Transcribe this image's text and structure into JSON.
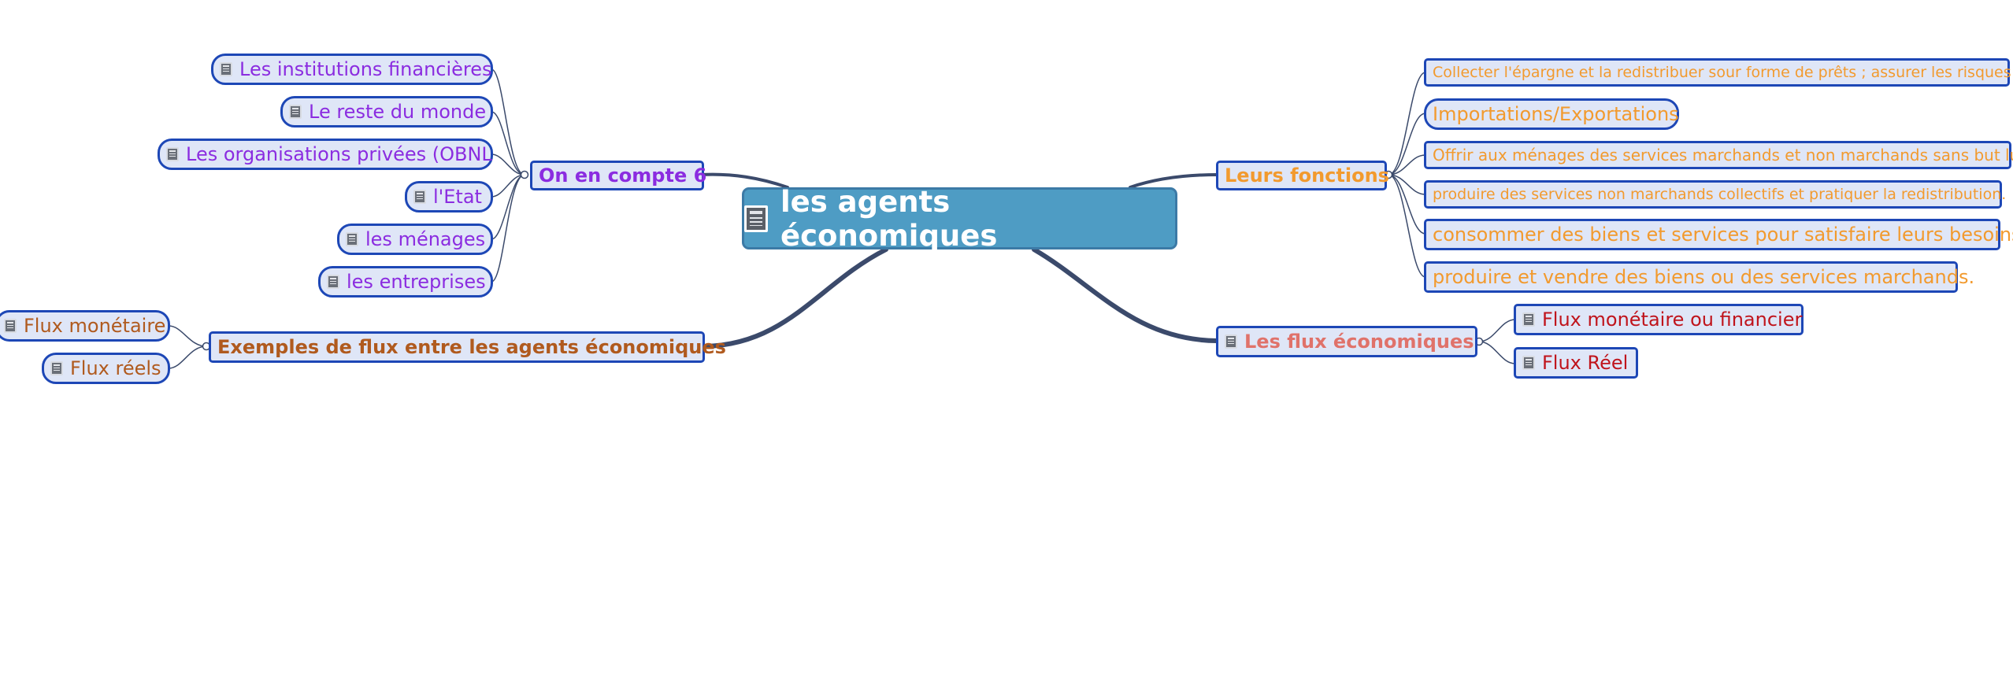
{
  "central": {
    "title": "les agents économiques",
    "icon": "document-icon"
  },
  "colors": {
    "purple": "#8b2ce0",
    "orange": "#f29a2e",
    "brown": "#b05a1e",
    "salmon": "#e0726a",
    "darkred": "#c0141c",
    "node_fill": "#dfe6f7",
    "node_border": "#1d47b6",
    "central_fill": "#4e9cc4",
    "link": "#3b4a6b"
  },
  "branches": {
    "compte": {
      "label": "On en compte 6",
      "items": [
        "Les institutions financières",
        "Le reste du monde",
        "Les organisations privées (OBNL",
        "l'Etat",
        "les ménages",
        "les entreprises"
      ]
    },
    "exemples": {
      "label": "Exemples de flux entre les agents économiques",
      "items": [
        "Flux monétaire",
        "Flux réels"
      ]
    },
    "fonctions": {
      "label": "Leurs fonctions",
      "items": [
        "Collecter l'épargne et la redistribuer sour forme de prêts ; assurer les risques",
        "Importations/Exportations",
        "Offrir aux ménages des services marchands et non marchands sans but lucratif",
        "produire des services non marchands collectifs et pratiquer la redistribution.",
        "consommer des biens et services pour satisfaire leurs besoins",
        "produire et vendre des biens ou des services marchands."
      ]
    },
    "flux": {
      "label": "Les flux économiques",
      "items": [
        "Flux monétaire ou financier",
        "Flux Réel"
      ]
    }
  }
}
